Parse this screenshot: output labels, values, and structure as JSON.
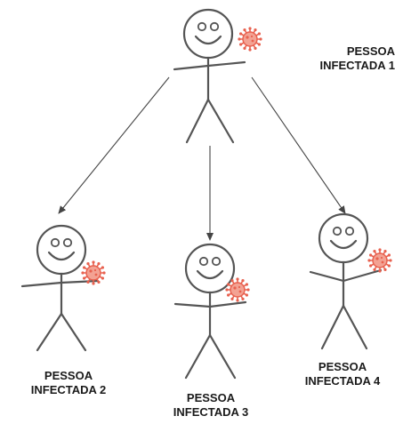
{
  "people": [
    {
      "id": "p1",
      "label_line1": "PESSOA",
      "label_line2": "INFECTADA 1"
    },
    {
      "id": "p2",
      "label_line1": "PESSOA",
      "label_line2": "INFECTADA 2"
    },
    {
      "id": "p3",
      "label_line1": "PESSOA",
      "label_line2": "INFECTADA 3"
    },
    {
      "id": "p4",
      "label_line1": "PESSOA",
      "label_line2": "INFECTADA 4"
    }
  ],
  "colors": {
    "stroke": "#555555",
    "virus": "#e8614f",
    "virus_light": "#f3a293",
    "text": "#1a1a1a"
  }
}
